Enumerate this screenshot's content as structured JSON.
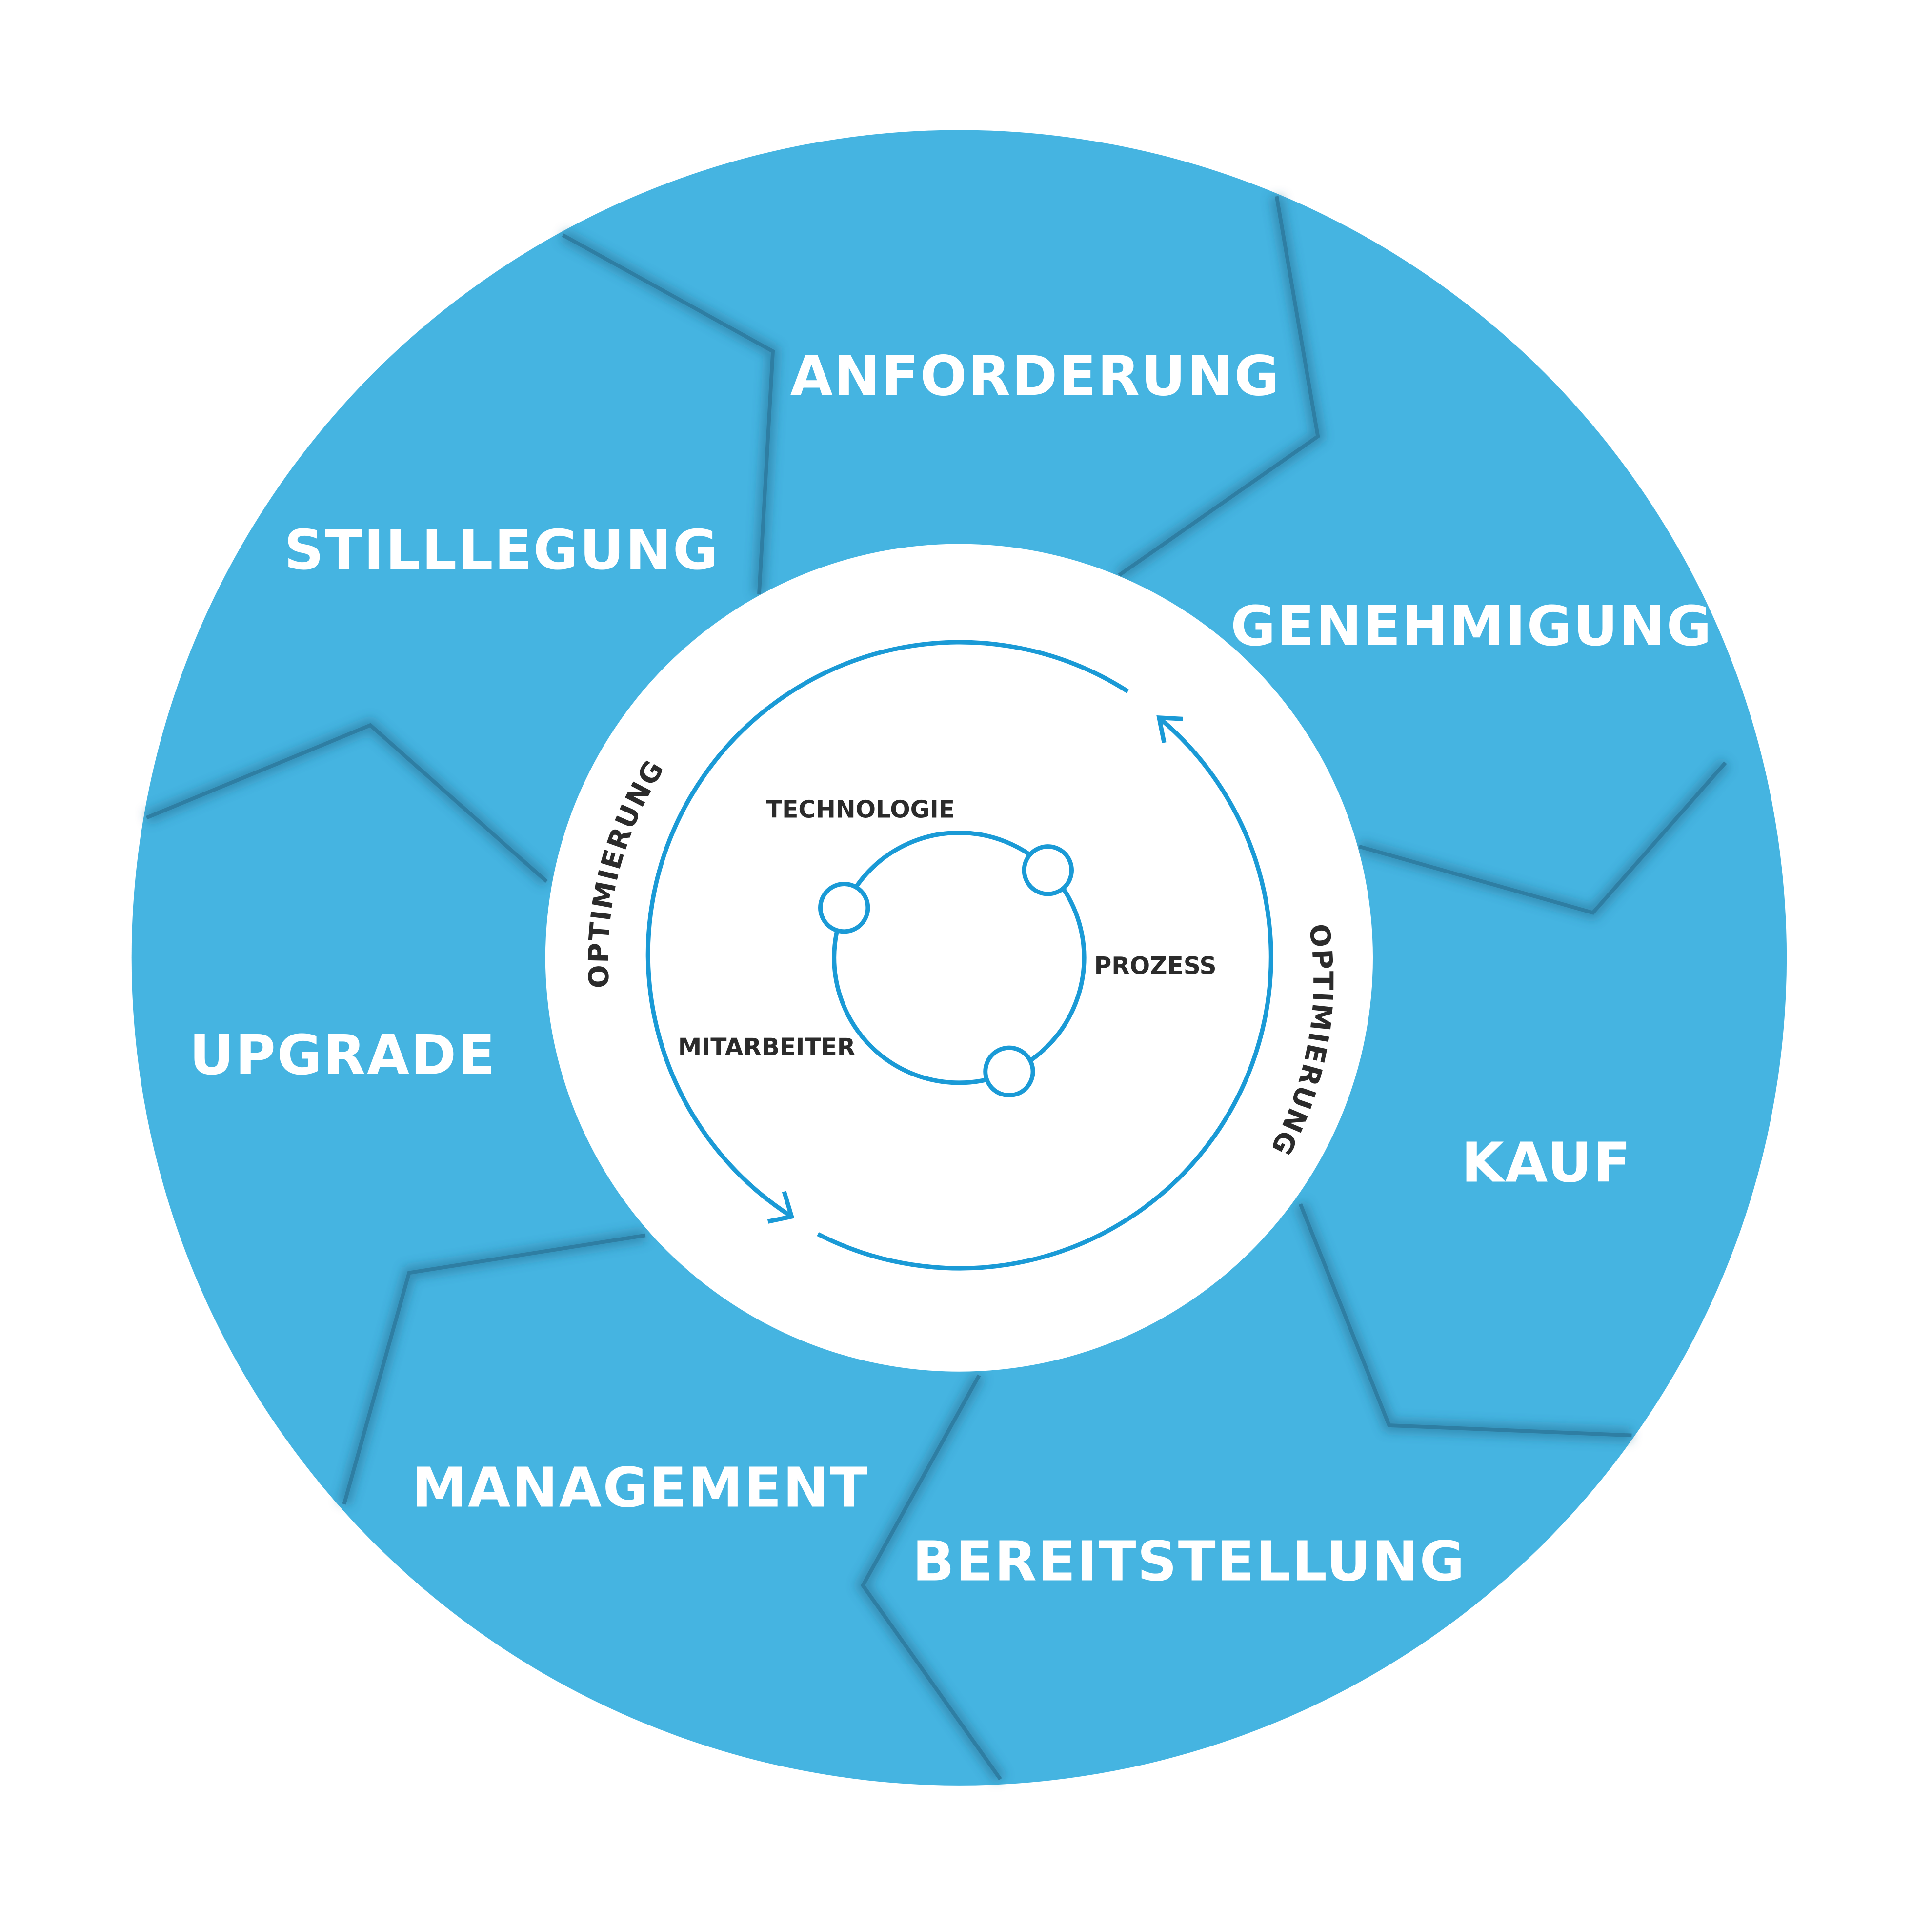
{
  "colors": {
    "ring": "#45b4e1",
    "accent": "#1a9ad6",
    "text_dark": "#2b2b2b"
  },
  "phases": [
    "ANFORDERUNG",
    "GENEHMIGUNG",
    "KAUF",
    "BEREITSTELLUNG",
    "MANAGEMENT",
    "UPGRADE",
    "STILLLEGUNG"
  ],
  "optimization": {
    "left": "OPTIMIERUNG",
    "right": "OPTIMIERUNG"
  },
  "core": [
    "TECHNOLOGIE",
    "PROZESS",
    "MITARBEITER"
  ]
}
